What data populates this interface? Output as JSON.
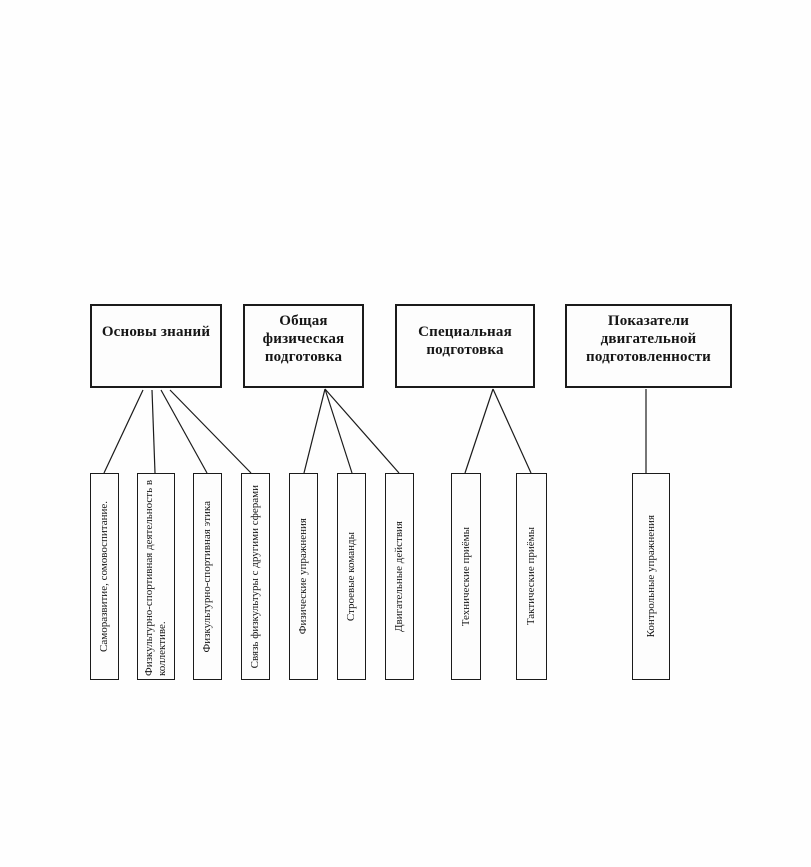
{
  "diagram": {
    "description": "Scheme of physical training structure (scanned document diagram, Russian)",
    "colors": {
      "background": "#fefefe",
      "line": "#1b1b1b",
      "text": "#161616"
    },
    "top_boxes": [
      {
        "label": "Основы знаний"
      },
      {
        "label": "Общая физическая подготовка"
      },
      {
        "label": "Специальная подготовка"
      },
      {
        "label": "Показатели двигательной подготовленности"
      }
    ],
    "leaf_boxes": [
      {
        "label": "Саморазвитие, сомовоспитание.",
        "parent": "Основы знаний"
      },
      {
        "label": "Физкультурно-спортивная деятельность в коллективе.",
        "parent": "Основы знаний"
      },
      {
        "label": "Физкультурно-спортивная этика",
        "parent": "Основы знаний"
      },
      {
        "label": "Связь физкультуры с другими сферами",
        "parent": "Основы знаний"
      },
      {
        "label": "Физические упражнения",
        "parent": "Общая физическая подготовка"
      },
      {
        "label": "Строевые команды",
        "parent": "Общая физическая подготовка"
      },
      {
        "label": "Двигательные действия",
        "parent": "Общая физическая подготовка"
      },
      {
        "label": "Технические приёмы",
        "parent": "Специальная подготовка"
      },
      {
        "label": "Тактические приёмы",
        "parent": "Специальная подготовка"
      },
      {
        "label": "Контрольные упражнения",
        "parent": "Показатели двигательной подготовленности"
      }
    ]
  }
}
